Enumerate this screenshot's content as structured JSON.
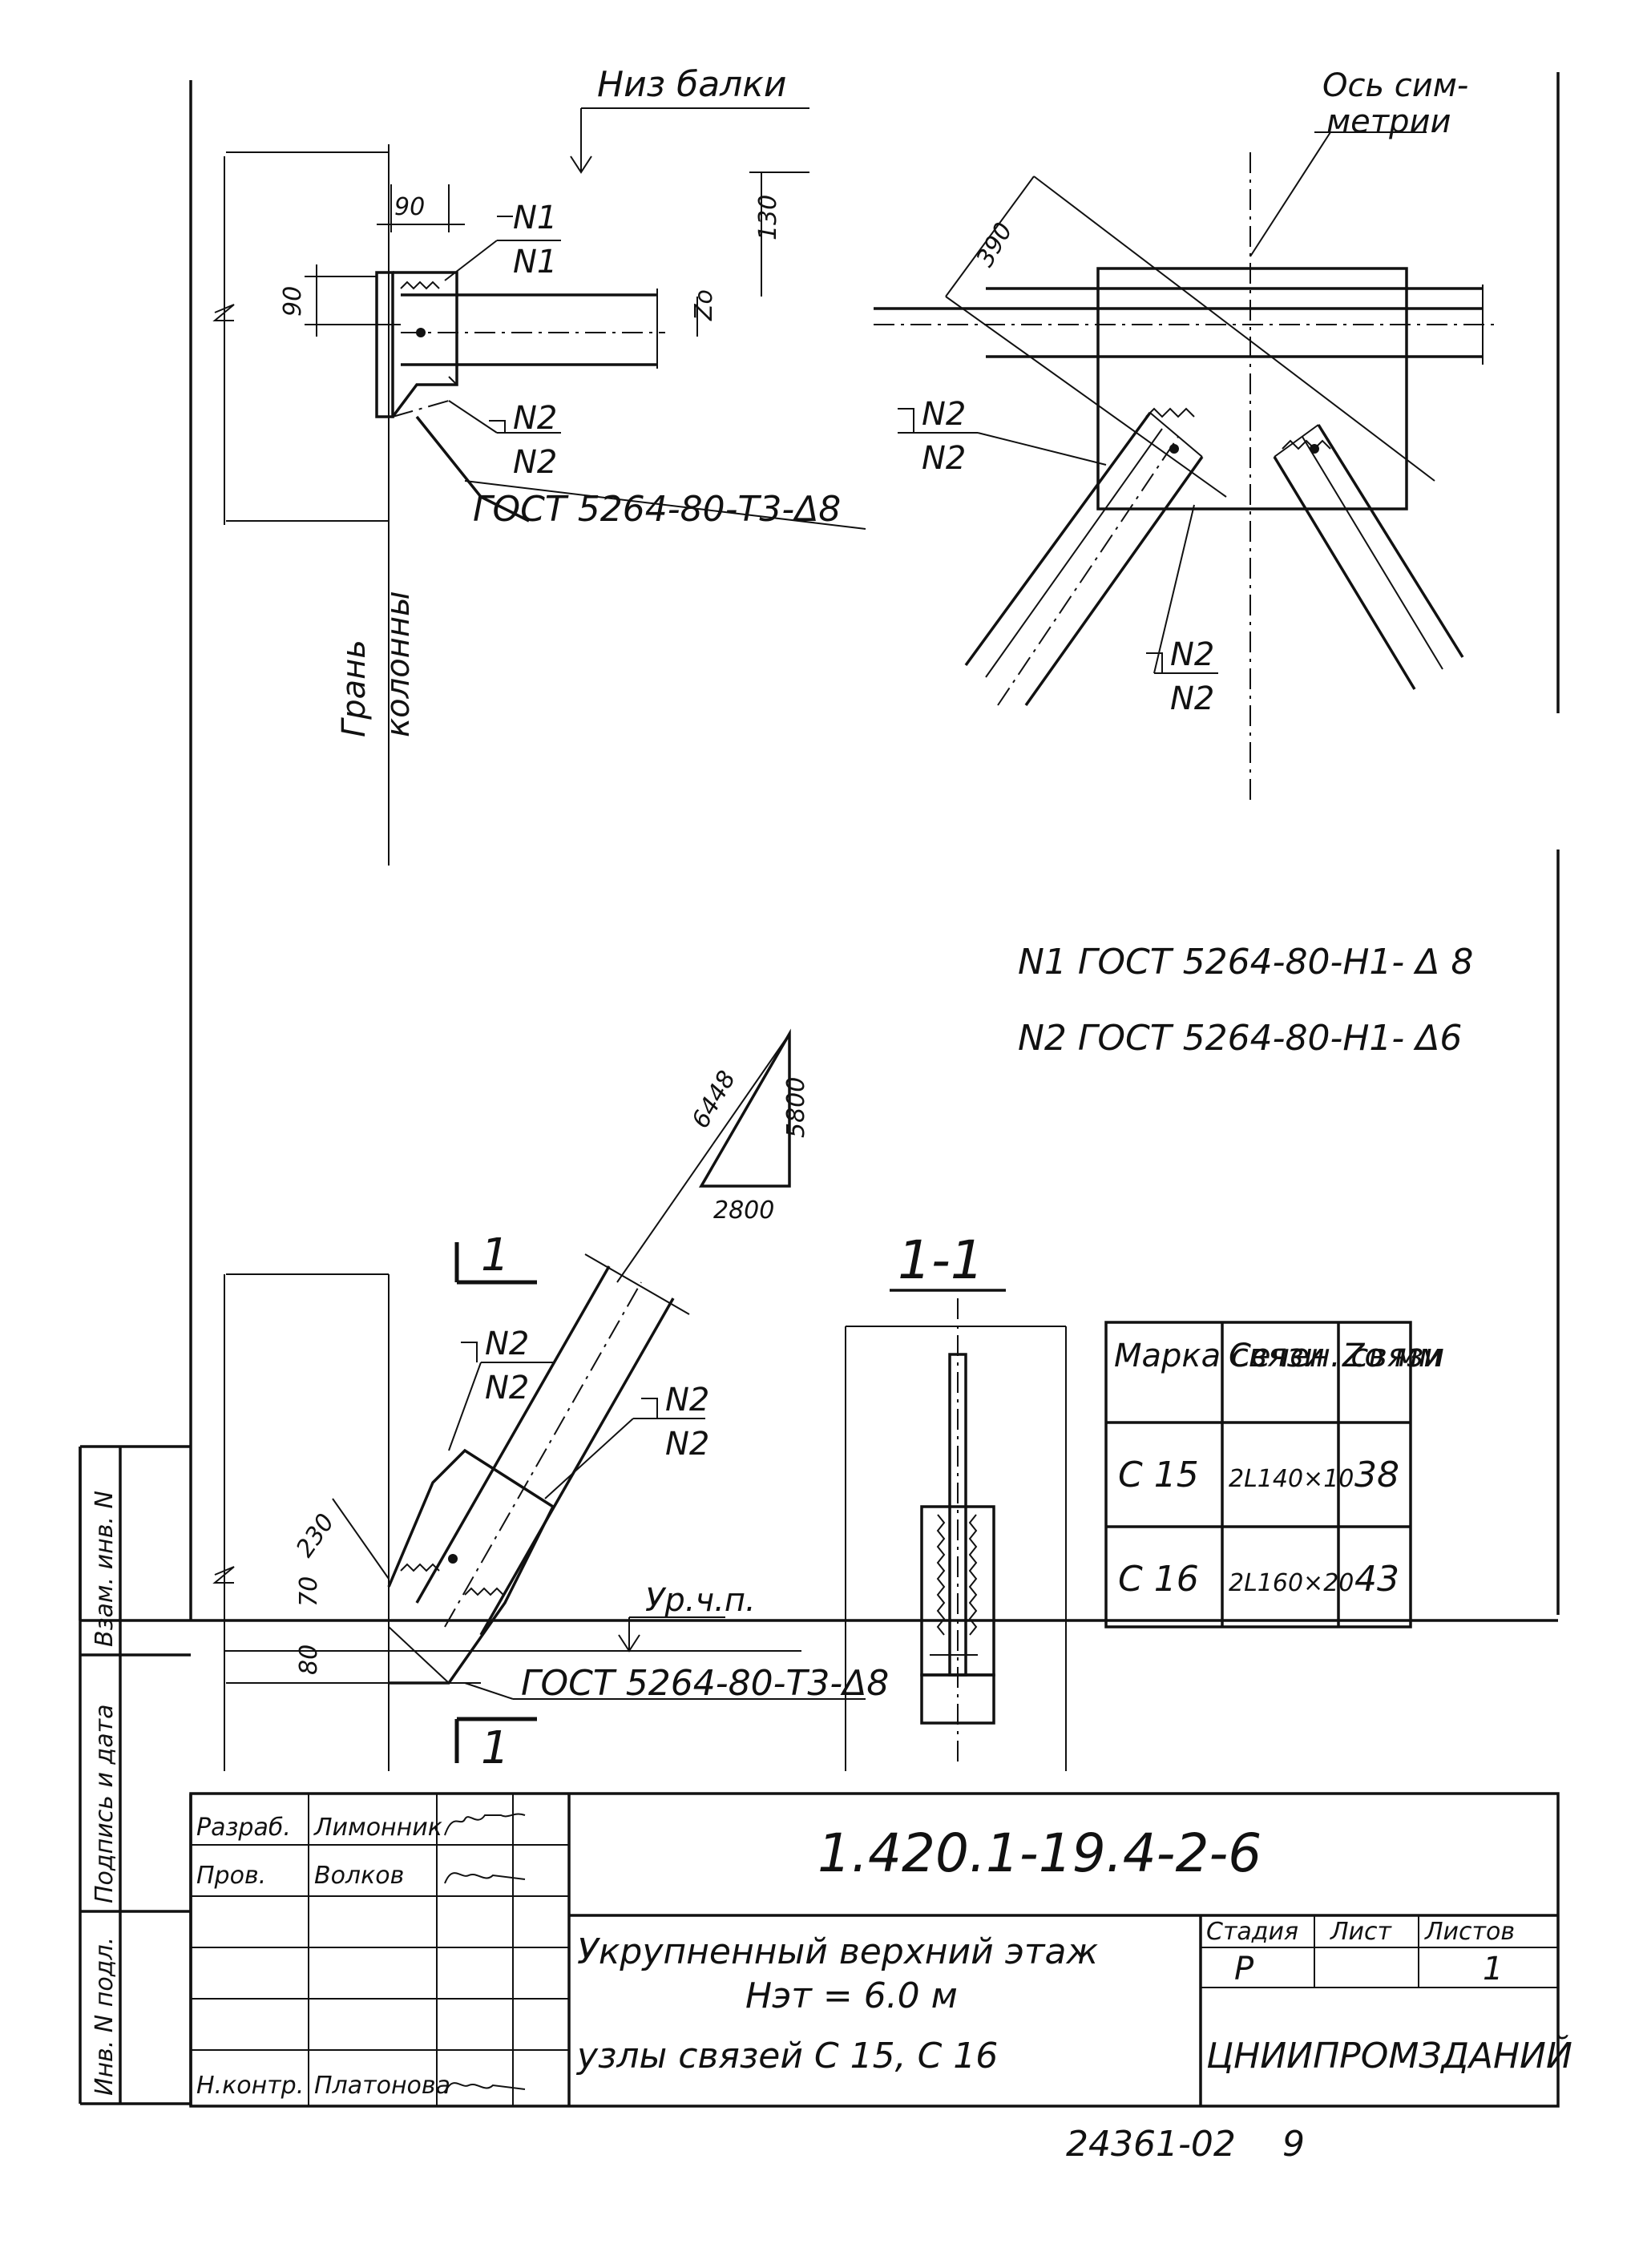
{
  "top_left": {
    "label_niz_balki": "Низ балки",
    "weld_n1_top": "N1",
    "weld_n1_bottom": "N1",
    "weld_n2_top": "N2",
    "weld_n2_bottom": "N2",
    "dim_90_top": "90",
    "dim_90_left": "90",
    "dim_130": "130",
    "dim_zo": "Zo",
    "weld_gost": "ГОСТ 5264-80-Т3-Δ8",
    "face_label_1": "Грань",
    "face_label_2": "колонны"
  },
  "top_right": {
    "axis_label_1": "Ось сим-",
    "axis_label_2": "метрии",
    "dim_390": "390",
    "weld_left_top": "N2",
    "weld_left_bottom": "N2",
    "weld_right_top": "N2",
    "weld_right_bottom": "N2"
  },
  "weld_notes": {
    "n1": "N1 ГОСТ 5264-80-Н1- Δ 8",
    "n2": "N2 ГОСТ 5264-80-Н1- Δ6"
  },
  "bottom_left": {
    "slope_hyp": "6448",
    "slope_vert": "5800",
    "slope_horiz": "2800",
    "cut_mark_top": "1",
    "cut_mark_bottom": "1",
    "weld_a_top": "N2",
    "weld_a_bottom": "N2",
    "weld_b_top": "N2",
    "weld_b_bottom": "N2",
    "dim_230": "230",
    "dim_70": "70",
    "dim_80": "80",
    "level_label": "Ур.ч.п.",
    "weld_gost": "ГОСТ 5264-80-Т3-Δ8"
  },
  "section": {
    "title": "1-1"
  },
  "table": {
    "headers": [
      "Марка связи",
      "Сечен. связи",
      "Zo мм"
    ],
    "rows": [
      [
        "С 15",
        "2L140×10",
        "38"
      ],
      [
        "С 16",
        "2L160×20",
        "43"
      ]
    ]
  },
  "stamp": {
    "side_labels": [
      "Взам. инв. N",
      "Подпись и дата",
      "Инв. N подл."
    ],
    "roles": [
      "Разраб.",
      "Пров.",
      "",
      "",
      "",
      "Н.контр."
    ],
    "names": [
      "Лимонник",
      "Волков",
      "",
      "",
      "",
      "Платонова"
    ],
    "doc_number": "1.420.1-19.4-2-6",
    "title_1": "Укрупненный верхний этаж",
    "title_2": "Нэт = 6.0 м",
    "title_3": "узлы связей С 15, С 16",
    "stage_header": "Стадия",
    "sheet_header": "Лист",
    "sheets_header": "Листов",
    "stage": "Р",
    "sheet": "",
    "sheets": "1",
    "org": "ЦНИИПРОМЗДАНИЙ"
  },
  "footer": {
    "archive_number": "24361-02",
    "page": "9"
  }
}
